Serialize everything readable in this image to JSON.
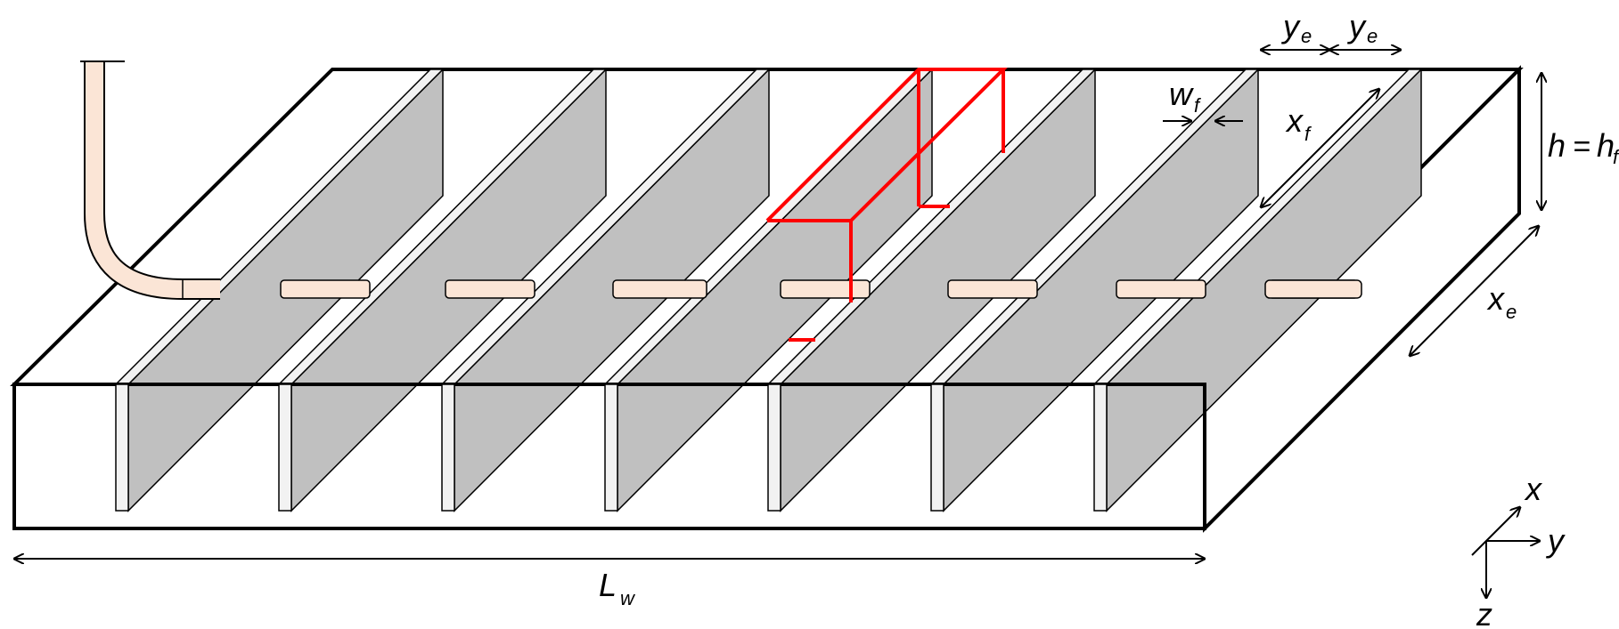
{
  "labels": {
    "ye_main": "y",
    "ye_sub": "e",
    "ye2_main": "y",
    "ye2_sub": "e",
    "wf_main": "w",
    "wf_sub": "f",
    "xf_main": "x",
    "xf_sub": "f",
    "h_main": "h",
    "h_eq": " = ",
    "hf_main": "h",
    "hf_sub": "f",
    "xe_main": "x",
    "xe_sub": "e",
    "lw_main": "L",
    "lw_sub": "w",
    "axis_x": "x",
    "axis_y": "y",
    "axis_z": "z"
  },
  "colors": {
    "fin_face": "#c0c0c0",
    "fin_edge": "#f2f2f2",
    "pipe": "#fbe5d6",
    "highlight": "#ff0000",
    "outline": "#000000"
  },
  "fin_count": 7,
  "pipe_count": 8
}
